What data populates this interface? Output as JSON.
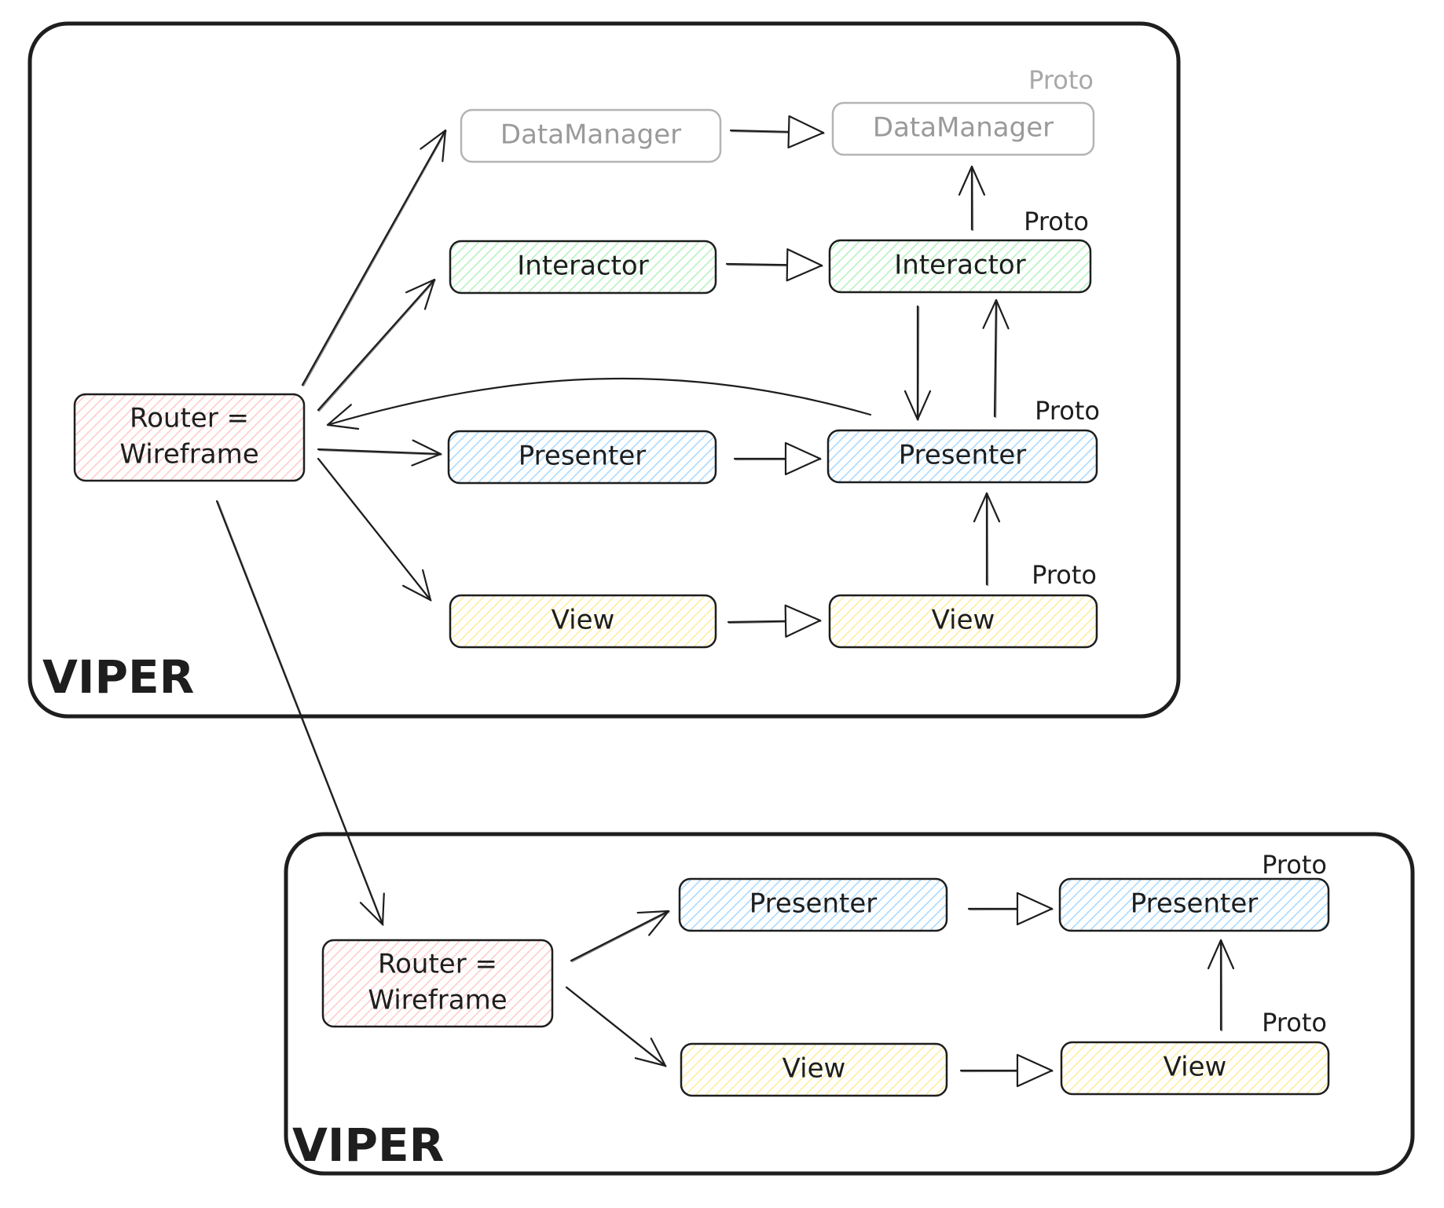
{
  "palette": {
    "ink": "#1e1e1e",
    "muted": "#9a9a9a",
    "router_fill": "#ffc9c9",
    "interactor_fill": "#b2f2bb",
    "presenter_fill": "#a5d8ff",
    "view_fill": "#ffec99",
    "datamanager_fill": "#ffffff"
  },
  "groups": [
    {
      "id": "viper-top",
      "label": "VIPER"
    },
    {
      "id": "viper-bottom",
      "label": "VIPER"
    }
  ],
  "nodes": [
    {
      "id": "router1",
      "group": "viper-top",
      "kind": "router",
      "lines": [
        "Router =",
        "Wireframe"
      ]
    },
    {
      "id": "dm1",
      "group": "viper-top",
      "kind": "datamanager",
      "lines": [
        "DataManager"
      ],
      "muted": true
    },
    {
      "id": "dm1p",
      "group": "viper-top",
      "kind": "datamanager",
      "lines": [
        "DataManager"
      ],
      "muted": true,
      "tag": "Proto"
    },
    {
      "id": "int1",
      "group": "viper-top",
      "kind": "interactor",
      "lines": [
        "Interactor"
      ]
    },
    {
      "id": "int1p",
      "group": "viper-top",
      "kind": "interactor",
      "lines": [
        "Interactor"
      ],
      "tag": "Proto"
    },
    {
      "id": "pres1",
      "group": "viper-top",
      "kind": "presenter",
      "lines": [
        "Presenter"
      ]
    },
    {
      "id": "pres1p",
      "group": "viper-top",
      "kind": "presenter",
      "lines": [
        "Presenter"
      ],
      "tag": "Proto"
    },
    {
      "id": "view1",
      "group": "viper-top",
      "kind": "view",
      "lines": [
        "View"
      ]
    },
    {
      "id": "view1p",
      "group": "viper-top",
      "kind": "view",
      "lines": [
        "View"
      ],
      "tag": "Proto"
    },
    {
      "id": "router2",
      "group": "viper-bottom",
      "kind": "router",
      "lines": [
        "Router =",
        "Wireframe"
      ]
    },
    {
      "id": "pres2",
      "group": "viper-bottom",
      "kind": "presenter",
      "lines": [
        "Presenter"
      ]
    },
    {
      "id": "pres2p",
      "group": "viper-bottom",
      "kind": "presenter",
      "lines": [
        "Presenter"
      ],
      "tag": "Proto"
    },
    {
      "id": "view2",
      "group": "viper-bottom",
      "kind": "view",
      "lines": [
        "View"
      ]
    },
    {
      "id": "view2p",
      "group": "viper-bottom",
      "kind": "view",
      "lines": [
        "View"
      ],
      "tag": "Proto"
    }
  ],
  "edges": [
    {
      "from": "router1",
      "to": "dm1",
      "style": "open"
    },
    {
      "from": "router1",
      "to": "int1",
      "style": "open"
    },
    {
      "from": "router1",
      "to": "pres1",
      "style": "open"
    },
    {
      "from": "router1",
      "to": "view1",
      "style": "open"
    },
    {
      "from": "pres1p",
      "to": "router1",
      "style": "open"
    },
    {
      "from": "router1",
      "to": "router2",
      "style": "open"
    },
    {
      "from": "dm1",
      "to": "dm1p",
      "style": "triangle"
    },
    {
      "from": "int1",
      "to": "int1p",
      "style": "triangle"
    },
    {
      "from": "pres1",
      "to": "pres1p",
      "style": "triangle"
    },
    {
      "from": "view1",
      "to": "view1p",
      "style": "triangle"
    },
    {
      "from": "int1p",
      "to": "dm1p",
      "style": "open"
    },
    {
      "from": "int1p",
      "to": "pres1p",
      "style": "open"
    },
    {
      "from": "pres1p",
      "to": "int1p",
      "style": "open"
    },
    {
      "from": "view1p",
      "to": "pres1p",
      "style": "open"
    },
    {
      "from": "router2",
      "to": "pres2",
      "style": "open"
    },
    {
      "from": "router2",
      "to": "view2",
      "style": "open"
    },
    {
      "from": "pres2",
      "to": "pres2p",
      "style": "triangle"
    },
    {
      "from": "view2",
      "to": "view2p",
      "style": "triangle"
    },
    {
      "from": "view2p",
      "to": "pres2p",
      "style": "open"
    }
  ]
}
